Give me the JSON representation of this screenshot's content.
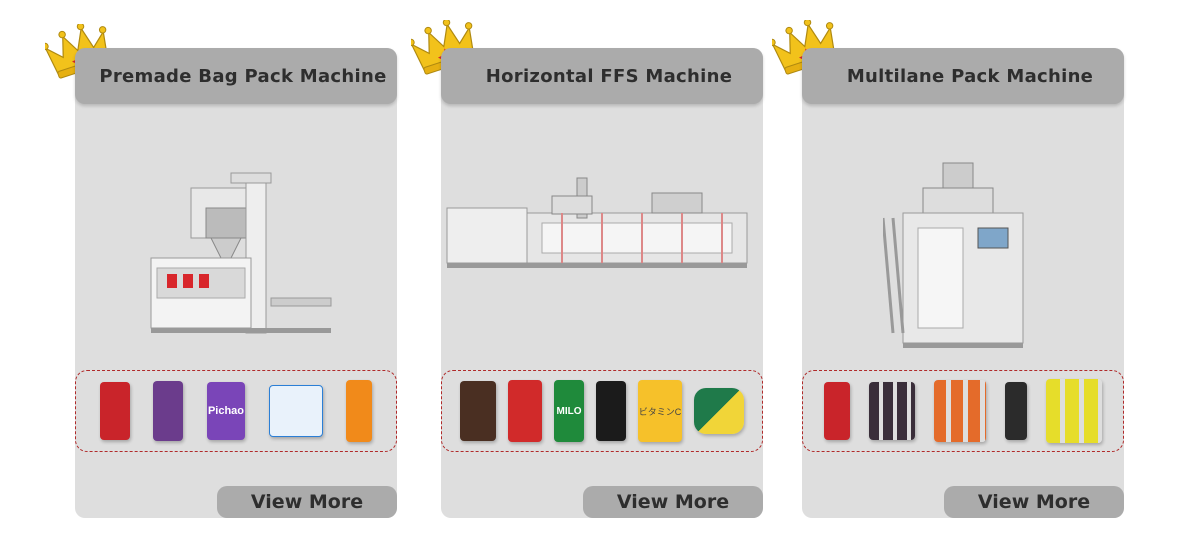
{
  "cards": [
    {
      "title": "Premade Bag Pack Machine",
      "button": "View More",
      "icon": "crown-icon",
      "machine": "premade-bag-pack-machine-image",
      "products": [
        "red-standup-pouch",
        "purple-spout-pouch",
        "rochao-candy-bag",
        "blue-sachet",
        "orange-pumpkin-spout-pouch"
      ],
      "product_logo_texts": [
        "Pichao"
      ]
    },
    {
      "title": "Horizontal FFS Machine",
      "button": "View More",
      "icon": "crown-icon",
      "machine": "horizontal-ffs-machine-image",
      "products": [
        "brown-zipper-pouch",
        "red-tomato-spout-pouch",
        "milo-spout-pouch",
        "black-shaped-pouch",
        "vitamin-c-bag",
        "green-yellow-shaped-pouches"
      ],
      "product_logo_texts": [
        "MILO",
        "ビタミンC"
      ]
    },
    {
      "title": "Multilane Pack Machine",
      "button": "View More",
      "icon": "crown-icon",
      "machine": "multilane-pack-machine-image",
      "products": [
        "red-ketchup-sachet",
        "coffee-sticks",
        "orange-stick-packs",
        "sis-gel-sachet",
        "yellow-green-sticks"
      ],
      "product_logo_texts": []
    }
  ],
  "colors": {
    "card_bg": "#dedede",
    "title_bg": "#ababab",
    "text": "#2e2e2e",
    "dashed_border": "#b02a2a",
    "crown": "#f2c21b"
  }
}
